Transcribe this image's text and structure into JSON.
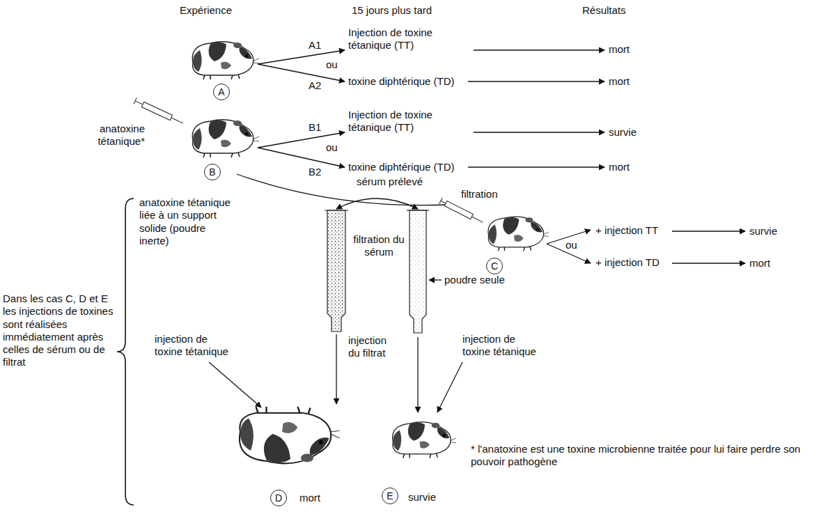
{
  "diagram": {
    "nodes": [
      {
        "text": [
          "A"
        ]
      },
      {
        "text": [
          "B"
        ]
      },
      {
        "text": [
          "C"
        ]
      },
      {
        "text": [
          "D"
        ]
      },
      {
        "text": [
          "E"
        ]
      }
    ],
    "labels": [
      "Expérience",
      "15 jours plus tard",
      "Résultats",
      "A1",
      "Injection de toxine tétanique (TT)",
      "ou",
      "A2",
      "toxine diphtérique (TD)",
      "mort",
      "mort",
      "anatoxine tétanique*",
      "B1",
      "Injection de toxine tétanique (TT)",
      "ou",
      "B2",
      "toxine diphtérique (TD)",
      "survie",
      "mort",
      "sérum prélevé",
      "filtration",
      "+ injection TT",
      "ou",
      "+ injection TD",
      "survie",
      "mort",
      "anatoxine tétanique liée à un support solide (poudre inerte)",
      "filtration du sérum",
      "poudre seule",
      "injection de toxine tétanique",
      "injection du filtrat",
      "injection de toxine tétanique",
      "Dans les cas C, D et E les injections de toxines sont réalisées immédiatement après celles de sérum ou de filtrat",
      "mort",
      "survie",
      "* l'anatoxine est une toxine microbienne traitée pour lui faire perdre son pouvoir pathogène"
    ]
  }
}
